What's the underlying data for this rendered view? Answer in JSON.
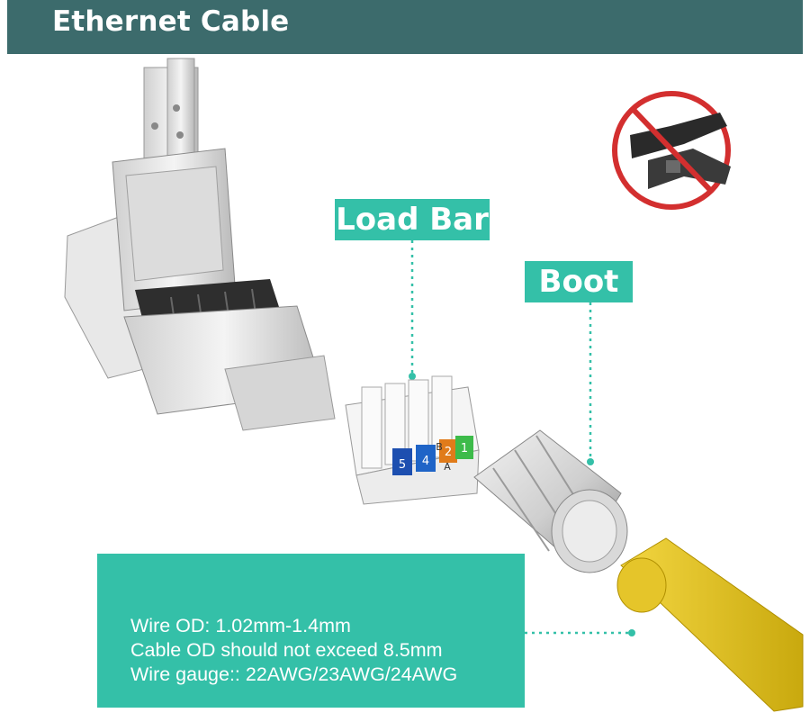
{
  "header": {
    "title": "Ethernet Cable"
  },
  "labels": {
    "load_bar": "Load Bar",
    "boot": "Boot"
  },
  "load_bar_numbers": [
    "5",
    "4",
    "B",
    "2",
    "1",
    "A"
  ],
  "specs": [
    "Wire OD: 1.02mm-1.4mm",
    "Cable OD should not exceed 8.5mm",
    "Wire gauge:: 22AWG/23AWG/24AWG"
  ],
  "colors": {
    "header": "#3c6b6c",
    "accent": "#34c0a8",
    "cable": "#e6c62a",
    "no_tool": "#d32f2f"
  },
  "icons": {
    "no_crimp_tool": "no-crimp-tool-icon"
  }
}
